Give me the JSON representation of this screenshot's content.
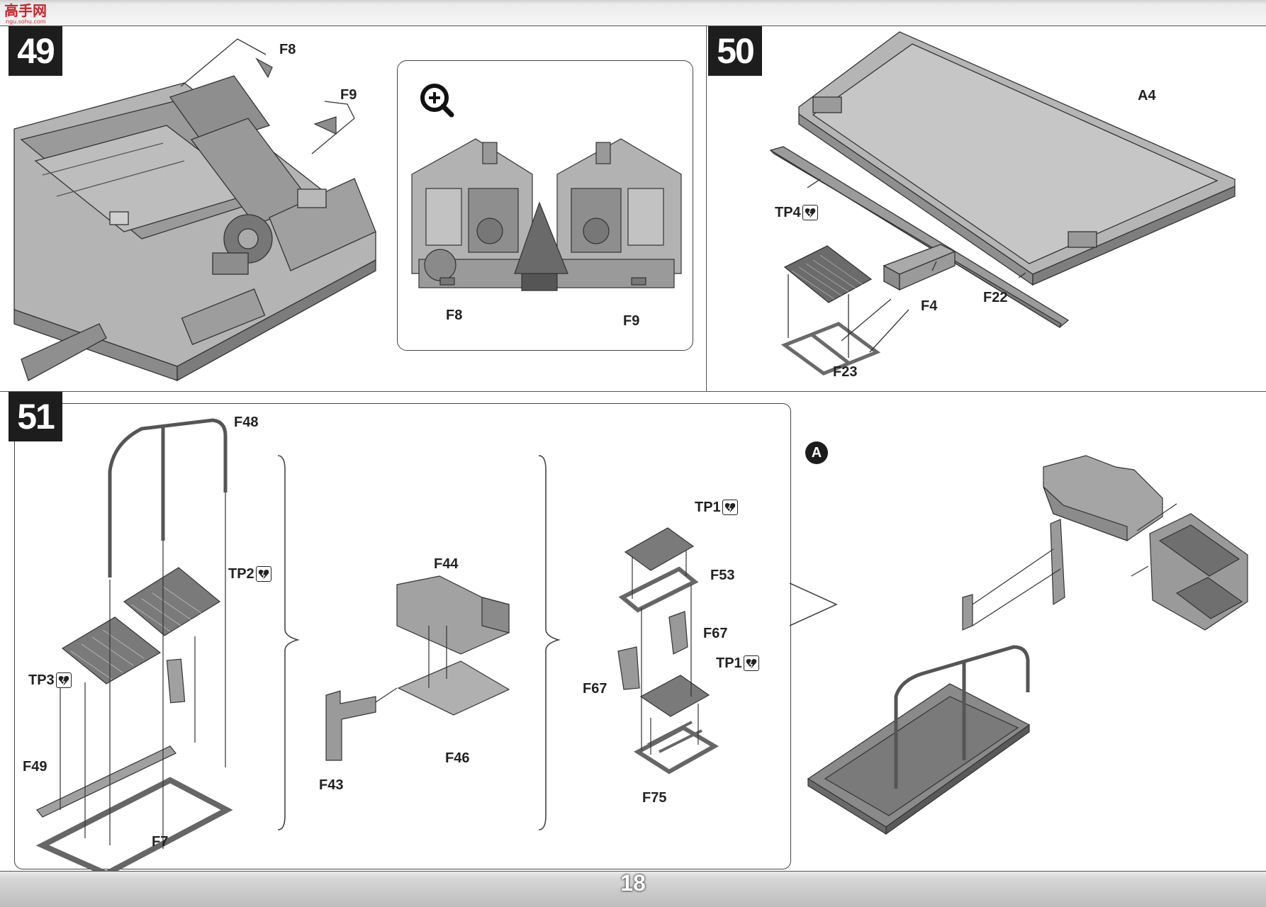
{
  "watermark": {
    "text": "高手网",
    "sub": "ngu.sohu.com"
  },
  "page_number": "18",
  "steps": [
    {
      "number": "49",
      "parts": [
        "F8",
        "F9"
      ],
      "inset": {
        "parts": [
          "F8",
          "F9"
        ],
        "icon": "magnify-plus-icon"
      }
    },
    {
      "number": "50",
      "parts": [
        "A4",
        "TP4",
        "F22",
        "F4",
        "F23"
      ]
    },
    {
      "number": "51",
      "parts": [
        "F48",
        "TP2",
        "TP3",
        "F49",
        "F7",
        "F44",
        "F43",
        "F46",
        "TP1",
        "F53",
        "F67",
        "F67",
        "TP1",
        "F75"
      ],
      "subassembly_marker": "A"
    }
  ],
  "labels": {
    "s49_f8": "F8",
    "s49_f9": "F9",
    "s49_inset_f8": "F8",
    "s49_inset_f9": "F9",
    "s50_a4": "A4",
    "s50_tp4": "TP4",
    "s50_f22": "F22",
    "s50_f4": "F4",
    "s50_f23": "F23",
    "s51_f48": "F48",
    "s51_tp2": "TP2",
    "s51_tp3": "TP3",
    "s51_f49": "F49",
    "s51_f7": "F7",
    "s51_f44": "F44",
    "s51_f43": "F43",
    "s51_f46": "F46",
    "s51_tp1a": "TP1",
    "s51_f53": "F53",
    "s51_f67a": "F67",
    "s51_f67b": "F67",
    "s51_tp1b": "TP1",
    "s51_f75": "F75",
    "s51_marker": "A"
  },
  "colors": {
    "part_gray": "#a8a8a8",
    "part_dark": "#6e6e6e",
    "badge": "#1d1d1d"
  }
}
